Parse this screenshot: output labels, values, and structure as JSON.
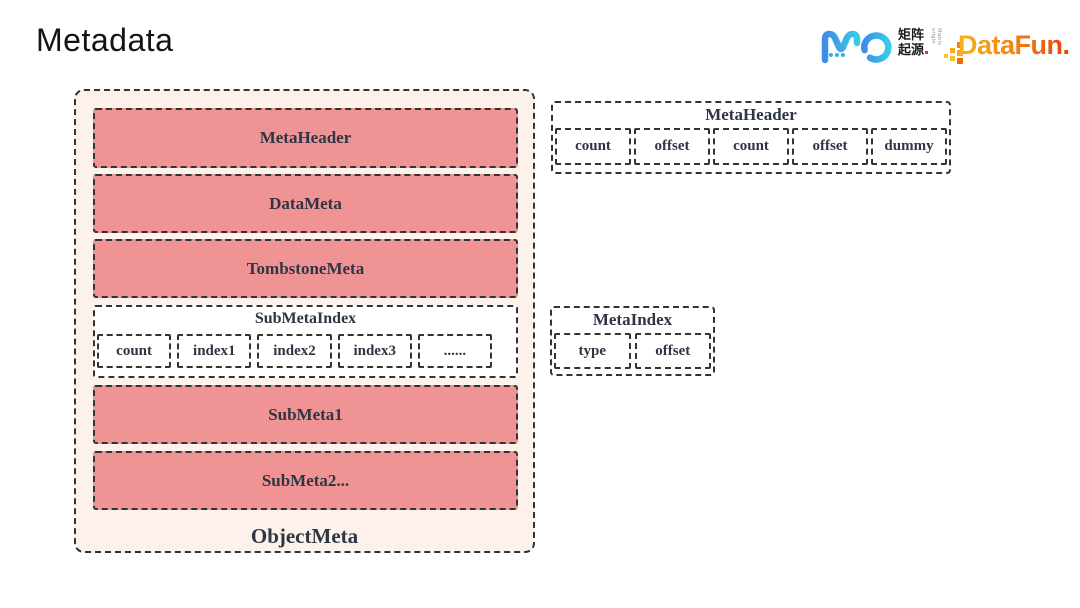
{
  "page": {
    "title": "Metadata"
  },
  "header": {
    "matrixorigin": {
      "cn_line1": "矩阵",
      "cn_line2": "起源",
      "en_vertical": "Matrix origin"
    },
    "datafun": {
      "text": "DataFun."
    }
  },
  "colors": {
    "box_pink": "#f09394",
    "container_cream": "#fcf2eb",
    "dash_border": "#333333",
    "diagram_text": "#2d3642",
    "datafun_gradient_start": "#f9b31b",
    "datafun_gradient_end": "#e8420d",
    "mo_blue_start": "#3e8ee8",
    "mo_blue_end": "#38cbe8"
  },
  "object_meta": {
    "label": "ObjectMeta",
    "rows": [
      {
        "label": "MetaHeader"
      },
      {
        "label": "DataMeta"
      },
      {
        "label": "TombstoneMeta"
      },
      {
        "label": "SubMetaIndex",
        "cells": [
          "count",
          "index1",
          "index2",
          "index3",
          "......"
        ]
      },
      {
        "label": "SubMeta1"
      },
      {
        "label": "SubMeta2..."
      }
    ]
  },
  "meta_header_detail": {
    "title": "MetaHeader",
    "cells": [
      "count",
      "offset",
      "count",
      "offset",
      "dummy"
    ]
  },
  "meta_index_detail": {
    "title": "MetaIndex",
    "cells": [
      "type",
      "offset"
    ]
  }
}
